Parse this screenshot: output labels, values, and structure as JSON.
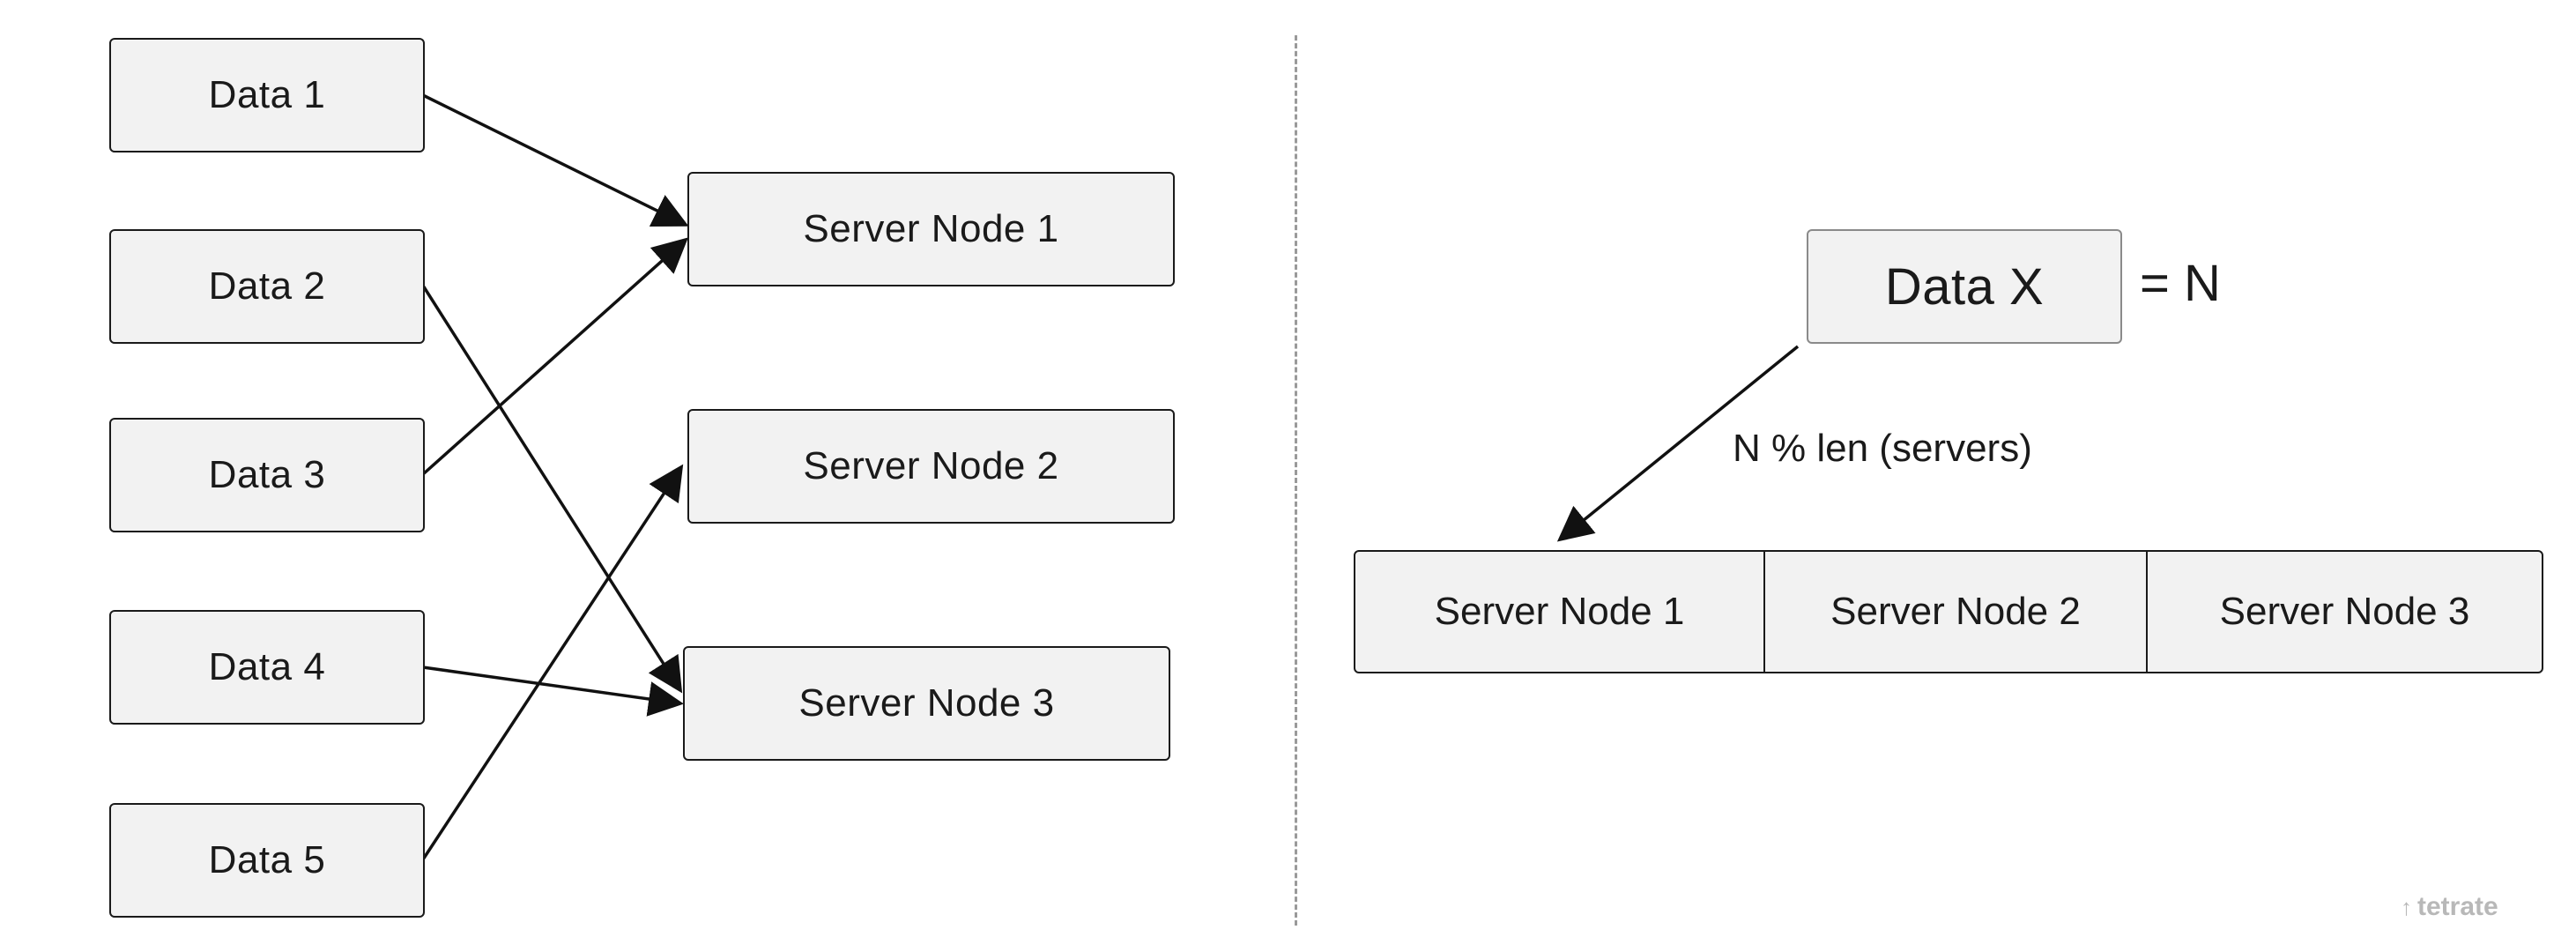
{
  "left_panel": {
    "data_items": [
      "Data 1",
      "Data 2",
      "Data 3",
      "Data 4",
      "Data 5"
    ],
    "server_nodes": [
      "Server Node 1",
      "Server Node 2",
      "Server Node 3"
    ],
    "mappings": [
      {
        "from": "Data 1",
        "to": "Server Node 1"
      },
      {
        "from": "Data 2",
        "to": "Server Node 3"
      },
      {
        "from": "Data 3",
        "to": "Server Node 1"
      },
      {
        "from": "Data 4",
        "to": "Server Node 3"
      },
      {
        "from": "Data 5",
        "to": "Server Node 2"
      }
    ]
  },
  "right_panel": {
    "data_label": "Data X",
    "equals_label": "= N",
    "formula_label": "N % len (servers)",
    "server_strip": [
      "Server Node 1",
      "Server Node 2",
      "Server Node 3"
    ]
  },
  "branding": {
    "logo_text": "tetrate",
    "logo_icon": "up-arrow-icon"
  },
  "colors": {
    "box_fill": "#f2f2f2",
    "stroke": "#1a1a1a",
    "divider": "#9a9a9a",
    "logo": "#b8b8b8"
  }
}
